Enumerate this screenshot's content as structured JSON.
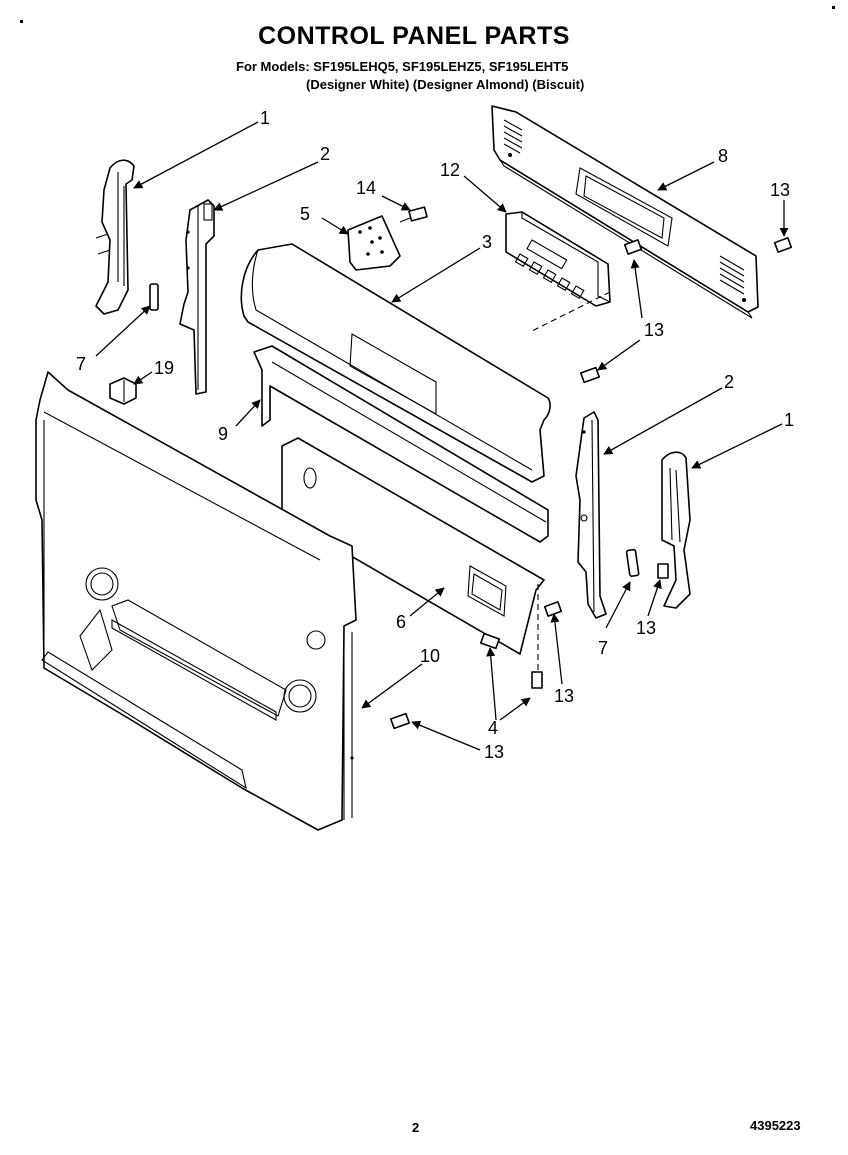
{
  "header": {
    "title": "CONTROL PANEL PARTS",
    "models": "For Models: SF195LEHQ5, SF195LEHZ5, SF195LEHT5",
    "variants": "(Designer White) (Designer Almond) (Biscuit)"
  },
  "footer": {
    "page_number": "2",
    "document_number": "4395223"
  },
  "callouts": [
    {
      "id": "c-1-left",
      "label": "1"
    },
    {
      "id": "c-2-left",
      "label": "2"
    },
    {
      "id": "c-14",
      "label": "14"
    },
    {
      "id": "c-5",
      "label": "5"
    },
    {
      "id": "c-12",
      "label": "12"
    },
    {
      "id": "c-8",
      "label": "8"
    },
    {
      "id": "c-13-top-right",
      "label": "13"
    },
    {
      "id": "c-3",
      "label": "3"
    },
    {
      "id": "c-13-control",
      "label": "13"
    },
    {
      "id": "c-7-left",
      "label": "7"
    },
    {
      "id": "c-19",
      "label": "19"
    },
    {
      "id": "c-13-mid",
      "label": "13"
    },
    {
      "id": "c-2-right",
      "label": "2"
    },
    {
      "id": "c-1-right",
      "label": "1"
    },
    {
      "id": "c-9",
      "label": "9"
    },
    {
      "id": "c-6",
      "label": "6"
    },
    {
      "id": "c-7-right",
      "label": "7"
    },
    {
      "id": "c-13-endcap",
      "label": "13"
    },
    {
      "id": "c-10",
      "label": "10"
    },
    {
      "id": "c-13-bracket",
      "label": "13"
    },
    {
      "id": "c-4",
      "label": "4"
    },
    {
      "id": "c-13-bottom",
      "label": "13"
    }
  ]
}
